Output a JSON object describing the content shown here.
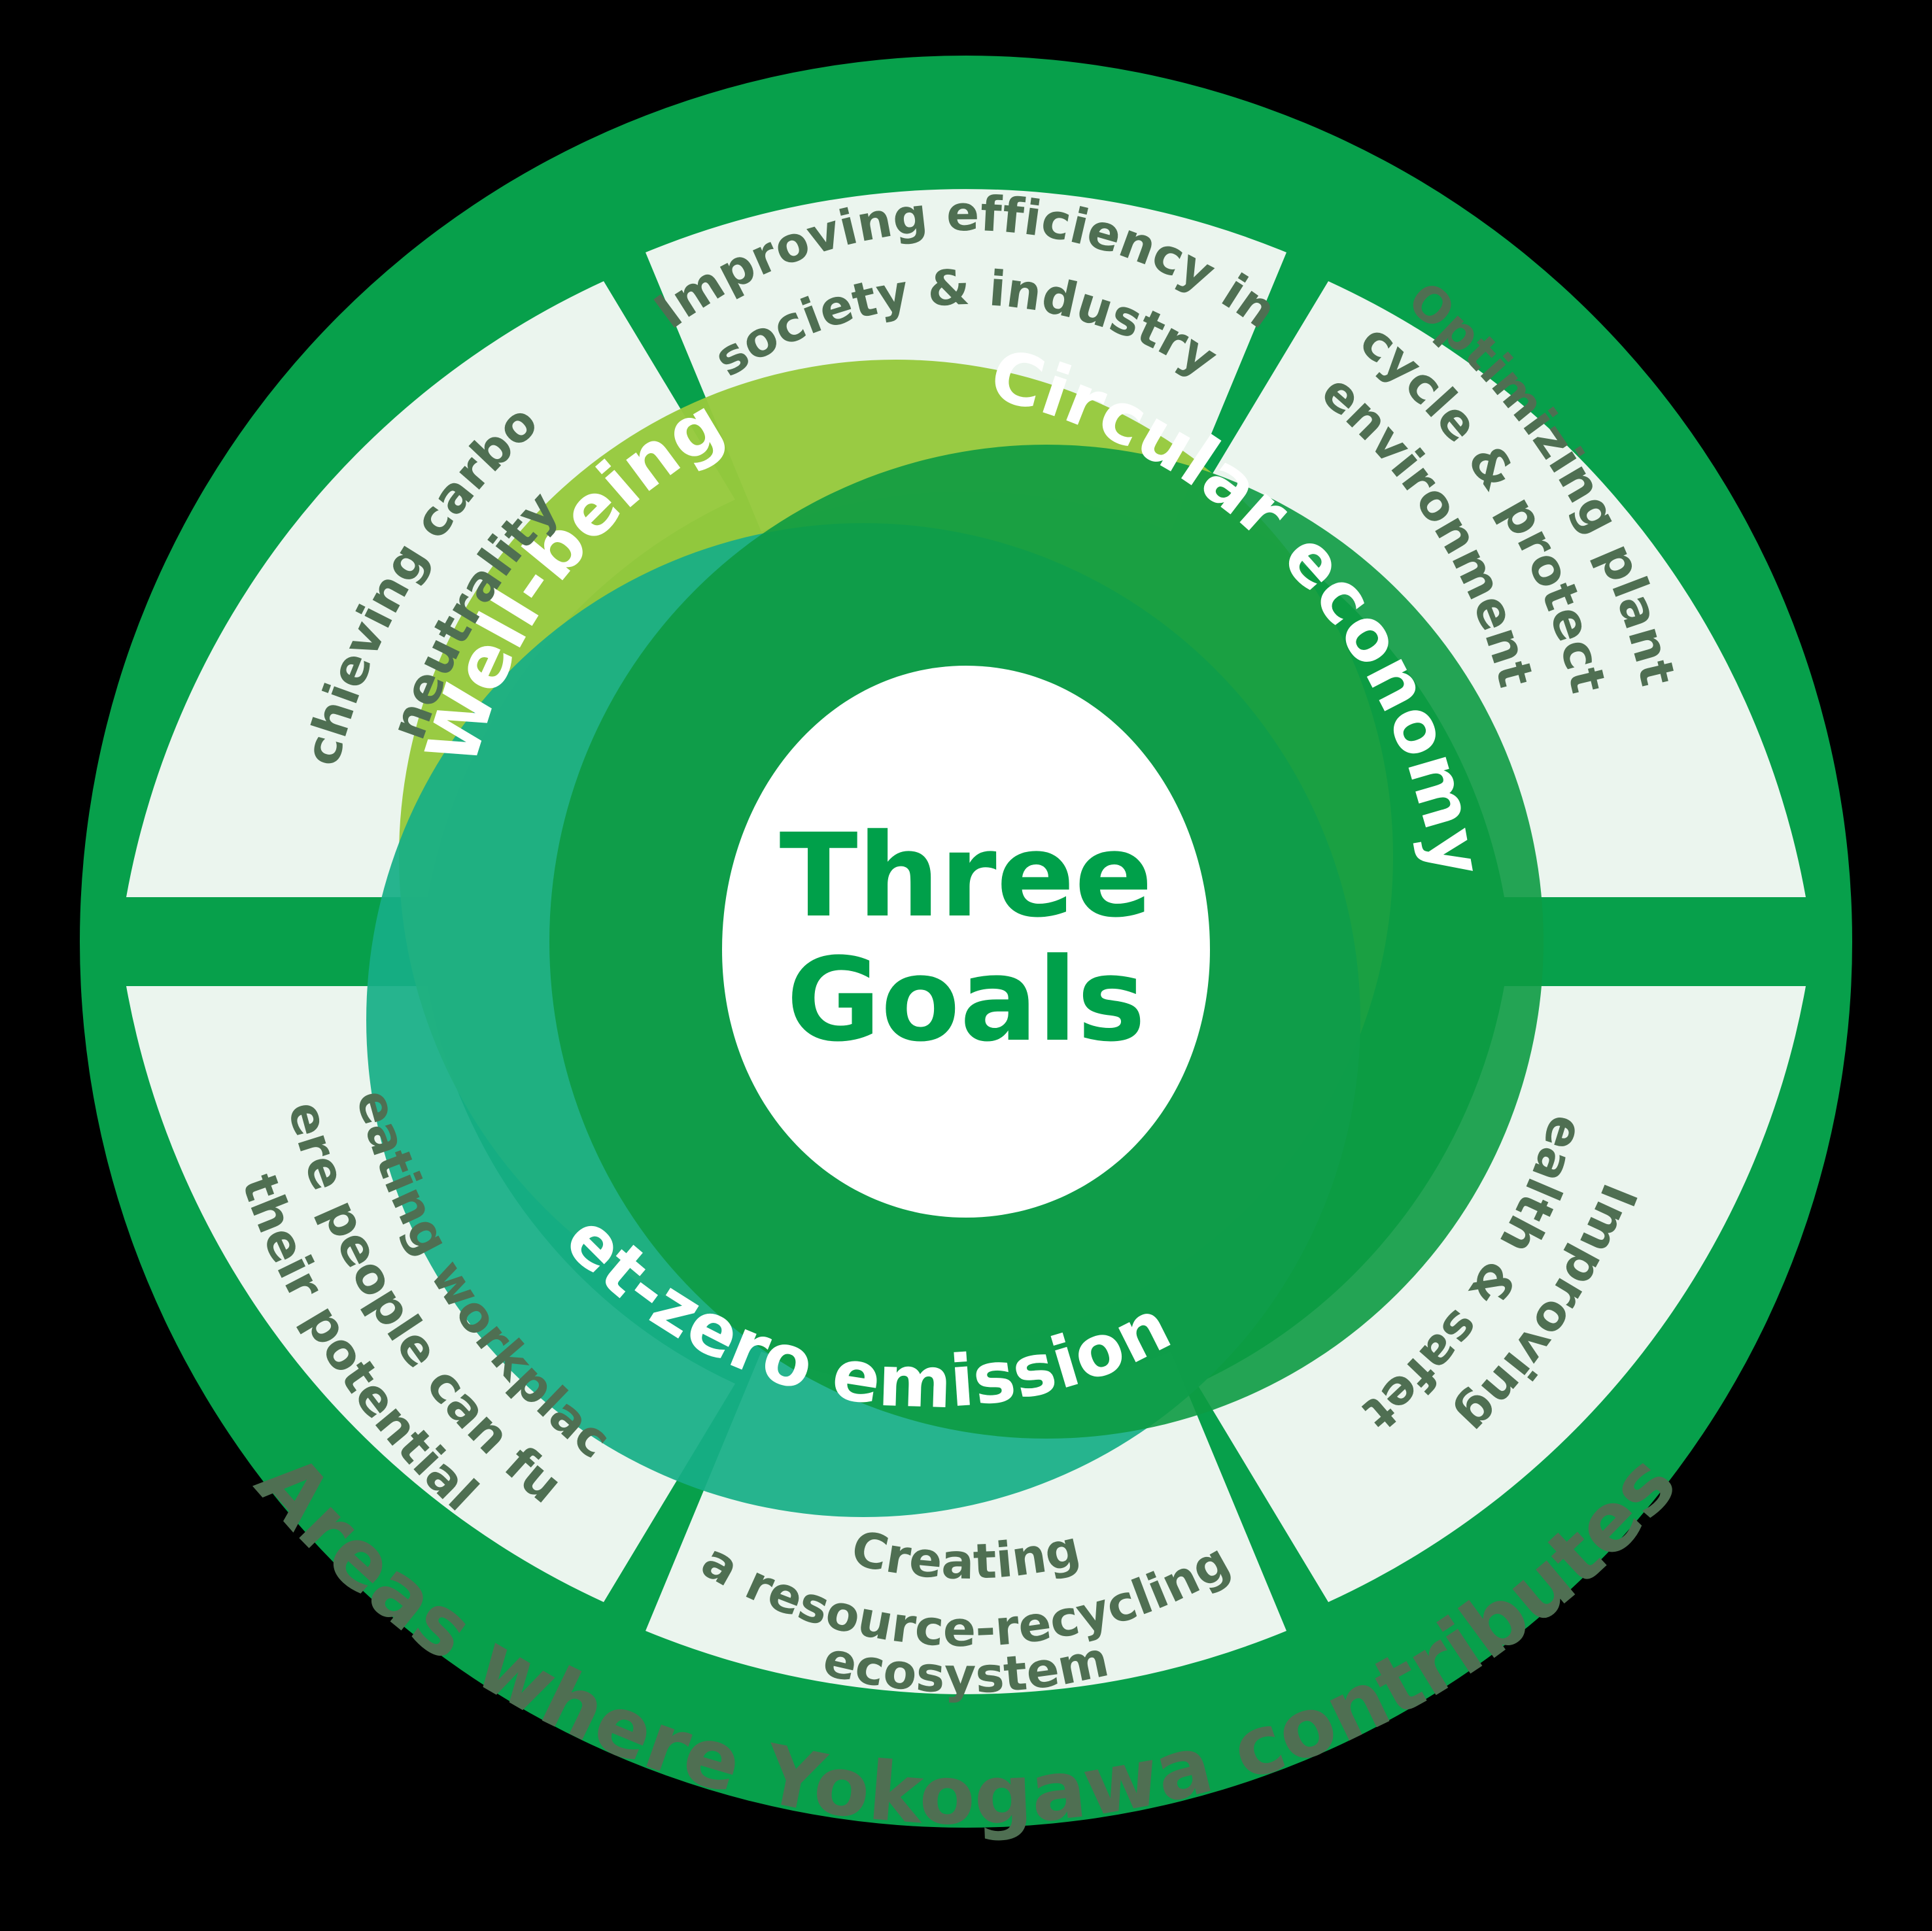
{
  "diagram": {
    "title": "Three Goals",
    "center_label_line1": "Three",
    "center_label_line2": "Goals",
    "tagline": "Areas where Yokogawa contributes",
    "goals": [
      {
        "id": "well-being",
        "label": "Well-being",
        "color": "#96C93D"
      },
      {
        "id": "circular-economy",
        "label": "Circular economy",
        "color": "#0D9B43"
      },
      {
        "id": "net-zero-emissions",
        "label": "Net-zero emissions",
        "color": "#17AE86"
      }
    ],
    "contribution_areas": [
      {
        "id": "improving-efficiency",
        "lines": [
          "Improving efficiency in",
          "society & industry"
        ],
        "position": "top"
      },
      {
        "id": "optimizing-plant-lifecycle",
        "lines": [
          "Optimizing plant",
          "lifecycle & protecting",
          "environment"
        ],
        "position": "upper-right"
      },
      {
        "id": "improving-health-safety",
        "lines": [
          "Improving",
          "health & safety"
        ],
        "position": "lower-right"
      },
      {
        "id": "creating-resource-recycling-ecosystem",
        "lines": [
          "Creating",
          "a resource-recycling",
          "ecosystem"
        ],
        "position": "bottom"
      },
      {
        "id": "creating-workplaces",
        "lines": [
          "Creating workplaces",
          "where people can fulfill",
          "their potential"
        ],
        "position": "lower-left"
      },
      {
        "id": "achieving-carbon-neutrality",
        "lines": [
          "Achieving carbon",
          "neutrality"
        ],
        "position": "upper-left"
      }
    ],
    "colors": {
      "background": "#000000",
      "outer_ring": "#07A04B",
      "segment_fill": "#EBF5EE",
      "segment_text": "#4F6F52",
      "center_fill": "#FFFFFF",
      "center_text": "#00A04A",
      "well_being": "#96C93D",
      "circular_economy": "#0D9B43",
      "net_zero": "#17AE86"
    }
  }
}
